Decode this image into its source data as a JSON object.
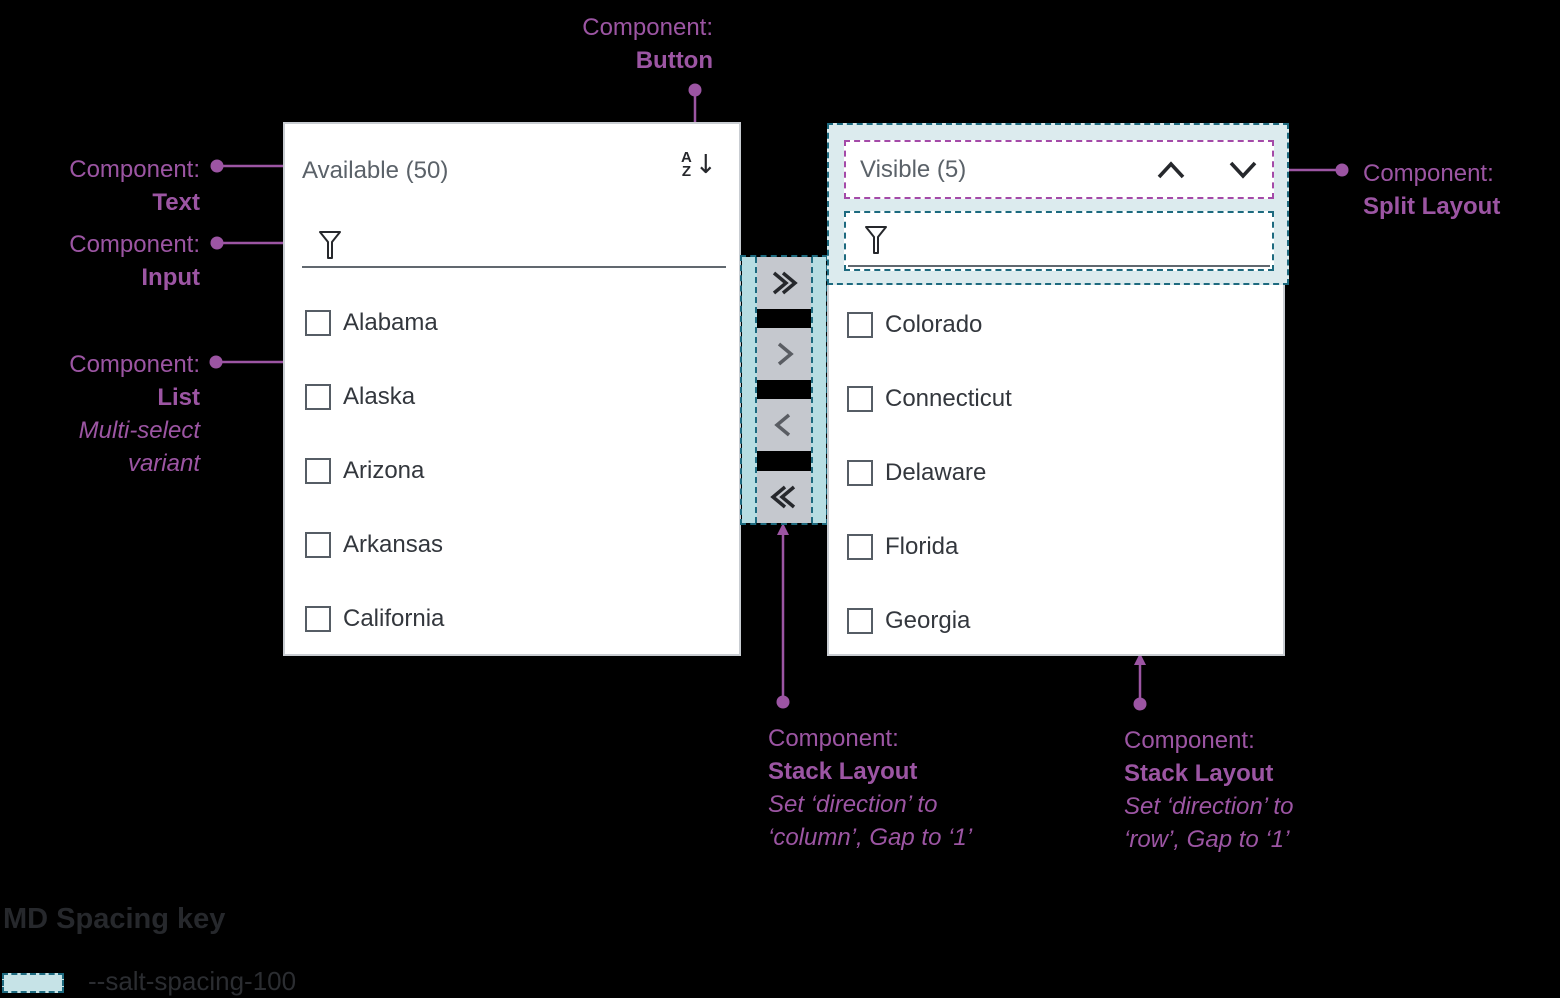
{
  "annotations": {
    "text": {
      "prefix": "Component:",
      "name": "Text"
    },
    "input": {
      "prefix": "Component:",
      "name": "Input"
    },
    "list": {
      "prefix": "Component:",
      "name": "List",
      "note1": "Multi-select",
      "note2": "variant"
    },
    "button": {
      "prefix": "Component:",
      "name": "Button"
    },
    "split": {
      "prefix": "Component:",
      "name": "Split Layout"
    },
    "stack_col": {
      "prefix": "Component:",
      "name": "Stack Layout",
      "note1": "Set ‘direction’ to",
      "note2": "‘column’, Gap to ‘1’"
    },
    "stack_row": {
      "prefix": "Component:",
      "name": "Stack Layout",
      "note1": "Set ‘direction’ to",
      "note2": "‘row’, Gap to ‘1’"
    }
  },
  "left_panel": {
    "title": "Available (50)",
    "sort_icon": {
      "letters": [
        "A",
        "Z"
      ],
      "arrow": "↓"
    },
    "items": [
      "Alabama",
      "Alaska",
      "Arizona",
      "Arkansas",
      "California"
    ]
  },
  "right_panel": {
    "title": "Visible (5)",
    "items": [
      "Colorado",
      "Connecticut",
      "Delaware",
      "Florida",
      "Georgia"
    ]
  },
  "transfer_buttons": [
    {
      "icon": "double-chevron-right-icon"
    },
    {
      "icon": "chevron-right-icon"
    },
    {
      "icon": "chevron-left-icon"
    },
    {
      "icon": "double-chevron-left-icon"
    }
  ],
  "legend": {
    "title": "MD Spacing key",
    "token": "--salt-spacing-100"
  },
  "colors": {
    "background": "#000000",
    "panel-bg": "#ffffff",
    "panel-border": "#c9cdd2",
    "title-gray": "#5b6269",
    "item-text": "#33373d",
    "checkbox-border": "#565d65",
    "underline": "#61686f",
    "icon-dark": "#26282c",
    "icon-gray": "#5a5d63",
    "btn-bg": "#c5c8ce",
    "purple": "#9c55a3",
    "purple-dash": "#a44aa8",
    "teal-dash": "#1d6a7f",
    "teal-fill-strip": "#b7dde2",
    "teal-fill-panel": "#dcebee",
    "teal-fill-legend": "#c6e3e7",
    "legend-title": "#26282c",
    "legend-text": "#2b2d31"
  }
}
